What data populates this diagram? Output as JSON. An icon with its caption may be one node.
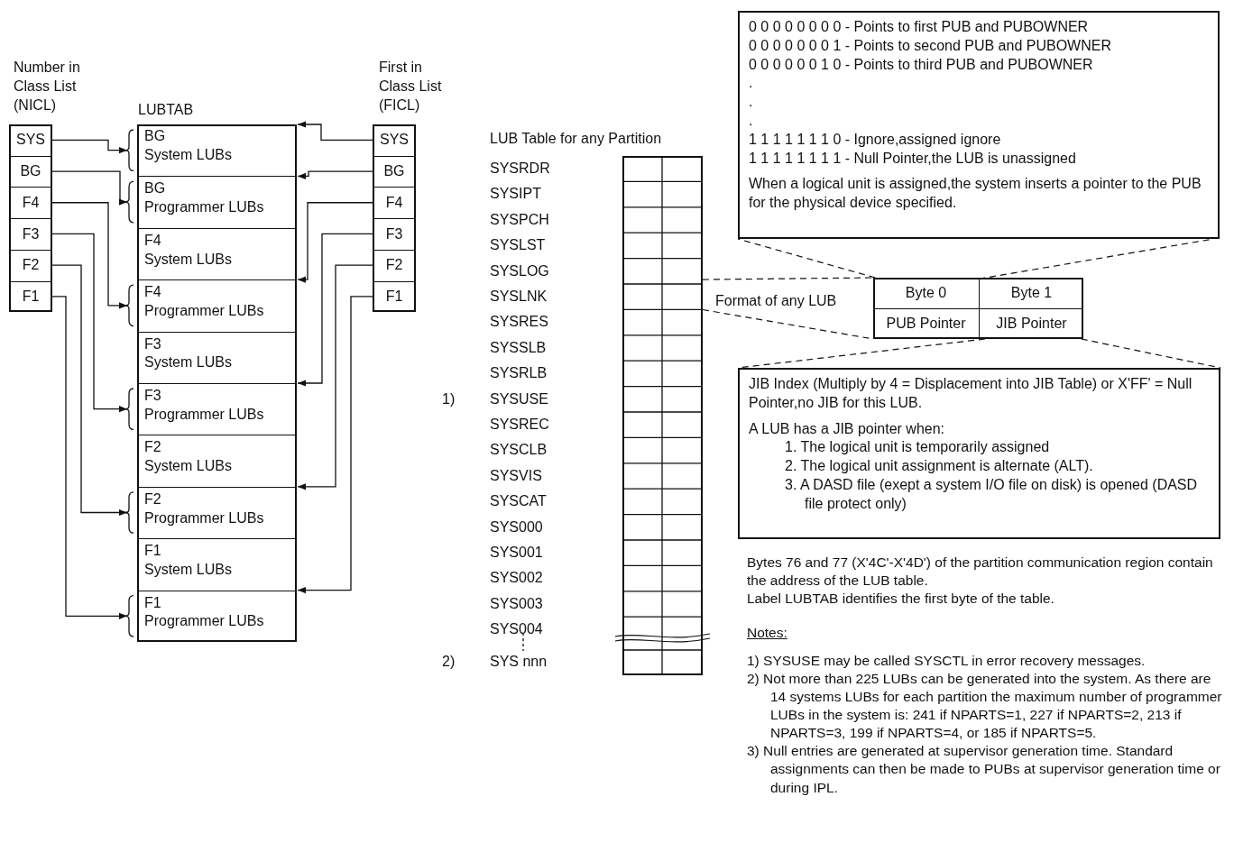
{
  "diagram": {
    "nodes": [
      {
        "text": [
          "Number in Class List (NICL)"
        ]
      },
      {
        "text": [
          "SYS"
        ],
        "in": 0
      },
      {
        "text": [
          "BG"
        ],
        "in": 0
      },
      {
        "text": [
          "F4"
        ],
        "in": 0
      },
      {
        "text": [
          "F3"
        ],
        "in": 0
      },
      {
        "text": [
          "F2"
        ],
        "in": 0
      },
      {
        "text": [
          "F1"
        ],
        "in": 0
      },
      {
        "text": [
          "LUBTAB"
        ]
      },
      {
        "text": [
          "BG",
          "System LUBs"
        ],
        "in": 7
      },
      {
        "text": [
          "BG",
          "Programmer LUBs"
        ],
        "in": 7
      },
      {
        "text": [
          "F4",
          "System LUBs"
        ],
        "in": 7
      },
      {
        "text": [
          "F4",
          "Programmer LUBs"
        ],
        "in": 7
      },
      {
        "text": [
          "F3",
          "System LUBs"
        ],
        "in": 7
      },
      {
        "text": [
          "F3",
          "Programmer LUBs"
        ],
        "in": 7
      },
      {
        "text": [
          "F2",
          "System LUBs"
        ],
        "in": 7
      },
      {
        "text": [
          "F2",
          "Programmer LUBs"
        ],
        "in": 7
      },
      {
        "text": [
          "F1",
          "System LUBs"
        ],
        "in": 7
      },
      {
        "text": [
          "F1",
          "Programmer LUBs"
        ],
        "in": 7
      },
      {
        "text": [
          "First in Class List (FICL)"
        ]
      },
      {
        "text": [
          "SYS"
        ],
        "in": 18
      },
      {
        "text": [
          "BG"
        ],
        "in": 18
      },
      {
        "text": [
          "F4"
        ],
        "in": 18
      },
      {
        "text": [
          "F3"
        ],
        "in": 18
      },
      {
        "text": [
          "F2"
        ],
        "in": 18
      },
      {
        "text": [
          "F1"
        ],
        "in": 18
      },
      {
        "text": [
          "LUB Table for any Partition"
        ]
      },
      {
        "text": [],
        "shape": "box"
      },
      {
        "text": [
          "Byte 0"
        ],
        "in": 26
      },
      {
        "text": [
          "Byte 1"
        ],
        "in": 26
      },
      {
        "text": [
          "PUB Pointer"
        ],
        "in": 26
      },
      {
        "text": [
          "JIB Pointer"
        ],
        "in": 26
      },
      {
        "text": [
          "0 0 0 0 0 0 0 0 - Points to first PUB and PUBOWNER",
          "0 0 0 0 0 0 0 1 - Points to second PUB and PUBOWNER",
          "0 0 0 0 0 0 1 0 - Points to third PUB and PUBOWNER",
          ".",
          ".",
          ".",
          "1 1 1 1 1 1 1 0 - Ignore,assigned ignore",
          "1 1 1 1 1 1 1 1 - Null Pointer,the LUB is unassigned",
          "When a logical unit is assigned,the system inserts a pointer to the PUB for the physical device specified."
        ]
      },
      {
        "text": [
          "JIB Index (Multiply by 4 = Displacement into JIB Table) or X'FF' = Null Pointer,no JIB for this LUB.",
          "A LUB has a JIB pointer when:",
          "1. The logical unit is temporarily assigned",
          "2. The logical unit assignment is alternate (ALT).",
          "3. A DASD file (exept a system I/O file on disk) is opened (DASD file protect only)"
        ]
      }
    ],
    "edges": [
      {
        "from": 1,
        "to": 8,
        "arrow": "to"
      },
      {
        "from": 2,
        "to": 9,
        "arrow": "to"
      },
      {
        "from": 3,
        "to": 11,
        "arrow": "to"
      },
      {
        "from": 4,
        "to": 13,
        "arrow": "to"
      },
      {
        "from": 5,
        "to": 15,
        "arrow": "to"
      },
      {
        "from": 6,
        "to": 17,
        "arrow": "to"
      },
      {
        "from": 19,
        "to": 8,
        "arrow": "to"
      },
      {
        "from": 20,
        "to": 9,
        "arrow": "to"
      },
      {
        "from": 21,
        "to": 11,
        "arrow": "to"
      },
      {
        "from": 22,
        "to": 13,
        "arrow": "to"
      },
      {
        "from": 23,
        "to": 15,
        "arrow": "to"
      },
      {
        "from": 24,
        "to": 17,
        "arrow": "to"
      },
      {
        "from": 25,
        "to": 26,
        "arrow": "none",
        "style": "dashed"
      },
      {
        "from": 25,
        "to": 26,
        "arrow": "none",
        "style": "dashed"
      },
      {
        "from": 27,
        "to": 31,
        "arrow": "none",
        "style": "dashed"
      },
      {
        "from": 27,
        "to": 31,
        "arrow": "none",
        "style": "dashed"
      },
      {
        "from": 30,
        "to": 32,
        "arrow": "none",
        "style": "dashed"
      },
      {
        "from": 30,
        "to": 32,
        "arrow": "none",
        "style": "dashed"
      }
    ],
    "labels": [
      "SYSRDR",
      "SYSIPT",
      "SYSPCH",
      "SYSLST",
      "SYSLOG",
      "SYSLNK",
      "SYSRES",
      "SYSSLB",
      "SYSRLB",
      "1)",
      "SYSUSE",
      "SYSREC",
      "SYSCLB",
      "SYSVIS",
      "SYSCAT",
      "SYS000",
      "SYS001",
      "SYS002",
      "SYS003",
      "SYS004",
      "2)",
      "SYS nnn",
      "Format of any LUB",
      "Bytes 76 and 77 (X'4C'-X'4D') of the partition communication region contain the address of the LUB table.",
      "Label LUBTAB identifies the first byte of the table.",
      "Notes:",
      "1) SYSUSE may be called SYSCTL in error recovery messages.",
      "2) Not more than 225 LUBs can be generated into the system. As there are 14 systems LUBs for each partition the maximum number of programmer LUBs in the system is: 241 if NPARTS=1, 227 if NPARTS=2, 213 if NPARTS=3, 199 if NPARTS=4, or 185 if NPARTS=5.",
      "3) Null entries are generated at supervisor generation time. Standard assignments can then be made to PUBs at supervisor generation time or during IPL."
    ]
  }
}
